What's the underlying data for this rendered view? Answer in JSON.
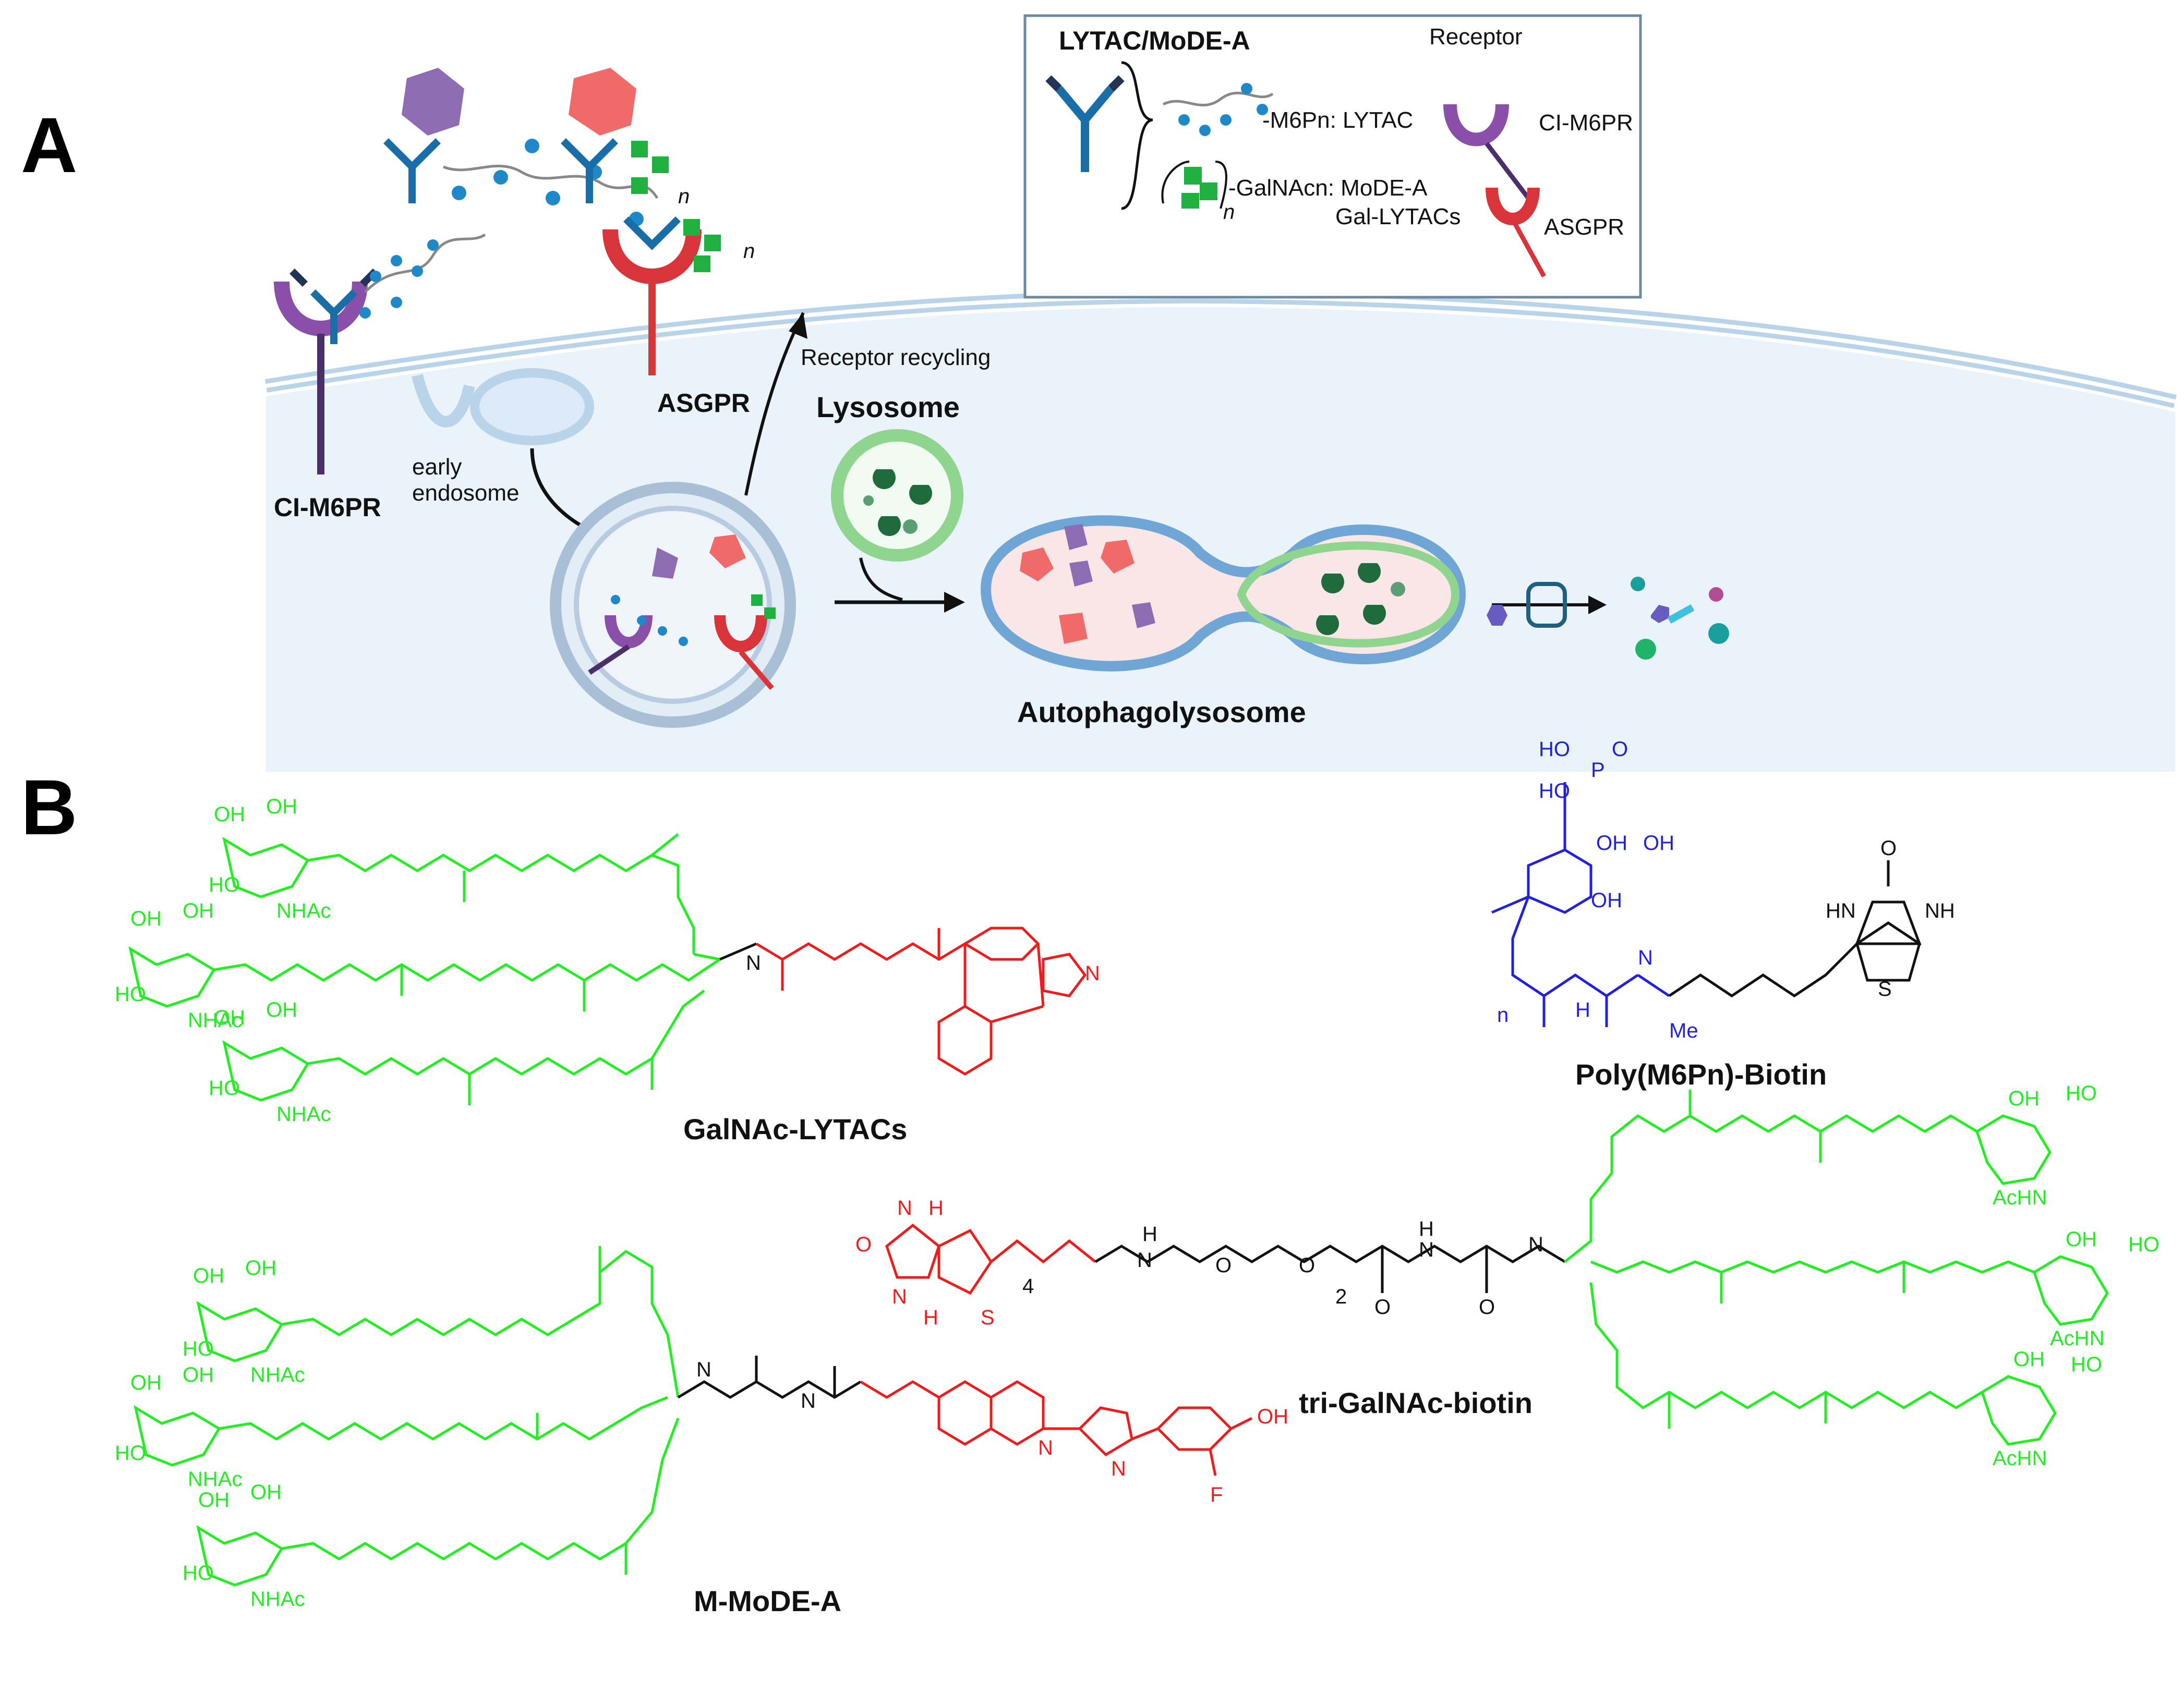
{
  "panels": {
    "a": "A",
    "b": "B"
  },
  "legend": {
    "title": "LYTAC/MoDE-A",
    "receptor_header": "Receptor",
    "m6pn_label": "-M6Pn: LYTAC",
    "galnac_label": "-GalNAcn: MoDE-A",
    "gal_lytacs": "Gal-LYTACs",
    "cim6pr": "CI-M6PR",
    "asgpr": "ASGPR",
    "n_sub": "n"
  },
  "cell": {
    "cim6pr": "CI-M6PR",
    "asgpr": "ASGPR",
    "early_endosome_1": "early",
    "early_endosome_2": "endosome",
    "receptor_recycling": "Receptor recycling",
    "lysosome": "Lysosome",
    "autophagolysosome": "Autophagolysosome",
    "n_sub": "n"
  },
  "compounds": {
    "galnac_lytacs": "GalNAc-LYTACs",
    "poly_m6pn_biotin": "Poly(M6Pn)-Biotin",
    "tri_galnac_biotin": "tri-GalNAc-biotin",
    "m_mode_a": "M-MoDE-A"
  },
  "atoms": {
    "oh": "OH",
    "ho": "HO",
    "nhac": "NHAc",
    "achn": "AcHN",
    "h": "H",
    "hn": "HN",
    "n": "N",
    "o": "O",
    "s": "S",
    "f": "F",
    "me": "Me",
    "p": "P",
    "nh": "NH",
    "sub_4": "4",
    "sub_2": "2",
    "sub_n": "n"
  },
  "colors": {
    "galnac": "#22ee22",
    "linker_red": "#ee1c1c",
    "m6p_blue": "#2020dd",
    "cell_bg": "#eaf2fa",
    "membrane": "#b9d3e8",
    "lysosome_green": "#8fd48f",
    "receptor_purple": "#8a4fa8",
    "receptor_red": "#d8343a"
  }
}
